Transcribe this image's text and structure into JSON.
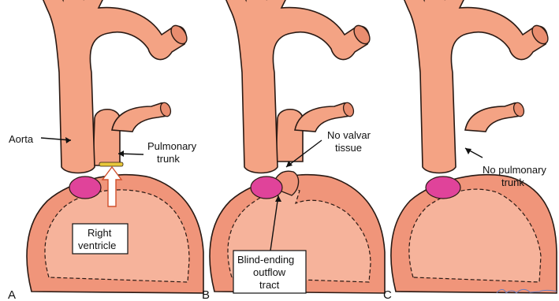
{
  "colors": {
    "vessel_fill": "#f4a384",
    "vessel_stroke": "#2a1a14",
    "ventricle_outer": "#f0957a",
    "ventricle_inner": "#f6b39b",
    "valve_pink": "#e0439a",
    "valve_ring": "#e8c83a",
    "arrow_fill": "#ffffff",
    "arrow_stroke": "#d0502c"
  },
  "panels": [
    {
      "letter": "A",
      "labels": {
        "aorta": "Aorta",
        "pulmonary_1": "Pulmonary",
        "pulmonary_2": "trunk",
        "ventricle_1": "Right",
        "ventricle_2": "ventricle"
      }
    },
    {
      "letter": "B",
      "labels": {
        "no_valvar_1": "No valvar",
        "no_valvar_2": "tissue",
        "blind_1": "Blind-ending",
        "blind_2": "outflow",
        "blind_3": "tract"
      }
    },
    {
      "letter": "C",
      "labels": {
        "no_pulm_1": "No pulmonary",
        "no_pulm_2": "trunk"
      }
    }
  ]
}
